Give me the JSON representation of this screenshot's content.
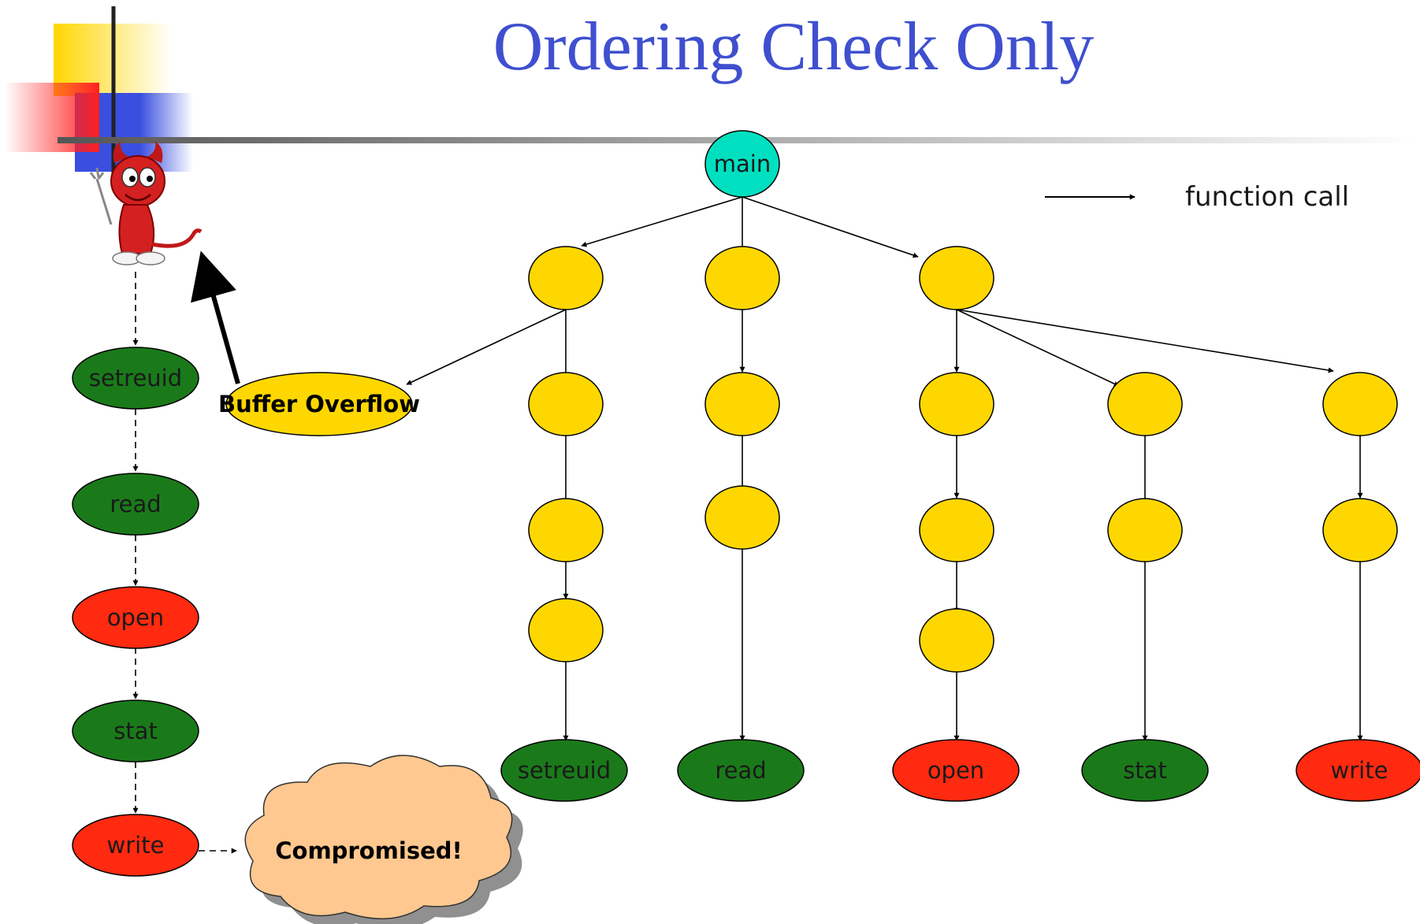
{
  "slide": {
    "title": "Ordering Check Only"
  },
  "legend": {
    "label": "function call"
  },
  "colors": {
    "title": "#3f4fcf",
    "main_node": "#00e0c0",
    "intermediate": "#ffd700",
    "safe_call": "#1a7a1a",
    "dangerous_call": "#ff2a10",
    "cloud": "#ffc890",
    "deco_yellow": "#ffd700",
    "deco_blue": "#3a4fe0",
    "deco_red": "#ff3030"
  },
  "icons": {
    "daemon": "bsd-daemon-icon",
    "cloud": "cloud-shape"
  },
  "call_graph": {
    "root": "main",
    "leaves": [
      "setreuid",
      "read",
      "open",
      "stat",
      "write"
    ],
    "leaf_kinds": [
      "safe",
      "safe",
      "dangerous",
      "safe",
      "dangerous"
    ]
  },
  "sequence": {
    "calls": [
      "setreuid",
      "read",
      "open",
      "stat",
      "write"
    ],
    "kinds": [
      "safe",
      "safe",
      "dangerous",
      "safe",
      "dangerous"
    ]
  },
  "attack": {
    "node_label": "Buffer Overflow",
    "result_label": "Compromised!"
  }
}
